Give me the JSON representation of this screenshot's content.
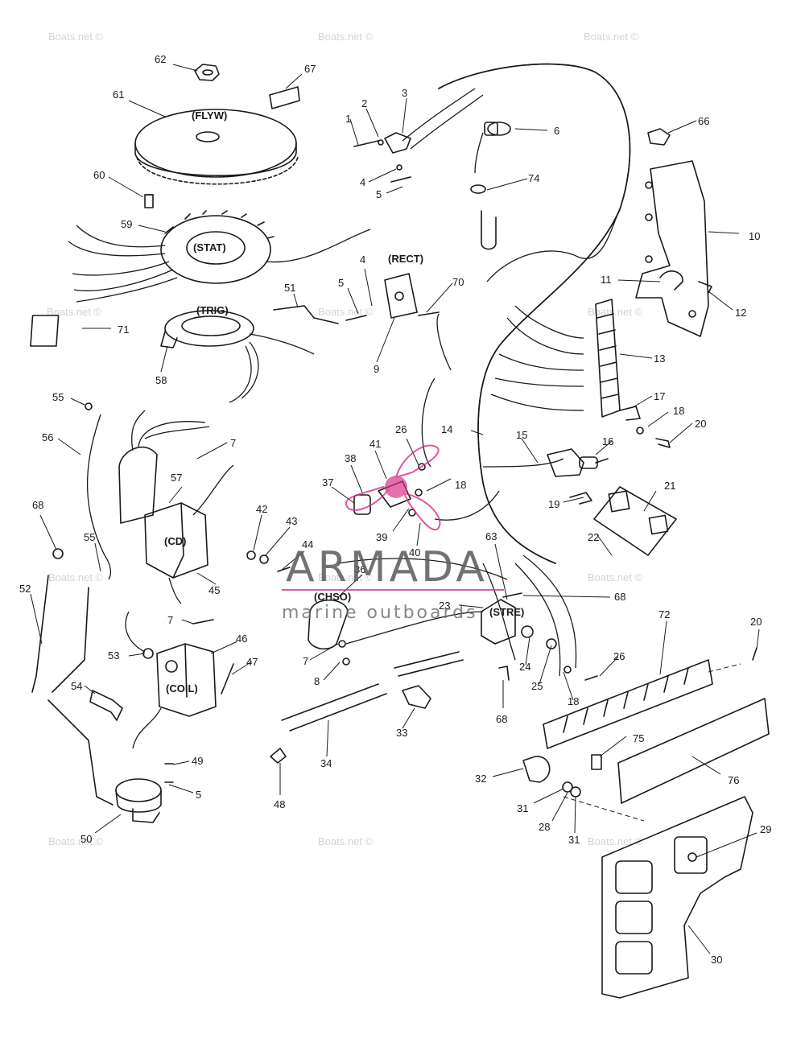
{
  "watermark": {
    "site_text": "Boats.net ©",
    "brand_name": "ARMADA",
    "brand_tagline": "marine outboards",
    "accent_color": "#d62e8a"
  },
  "component_labels": {
    "flywheel": "(FLYW)",
    "stator": "(STAT)",
    "trigger": "(TRIG)",
    "rectifier": "(RECT)",
    "cd_module": "(CD)",
    "coil": "(COIL)",
    "choke_solenoid": "(CHSO)",
    "starter_relay": "(STRE)"
  },
  "callouts": [
    "62",
    "67",
    "61",
    "3",
    "2",
    "1",
    "6",
    "66",
    "4",
    "5",
    "74",
    "60",
    "59",
    "10",
    "4",
    "70",
    "5",
    "51",
    "11",
    "12",
    "71",
    "58",
    "9",
    "13",
    "55",
    "17",
    "18",
    "20",
    "56",
    "7",
    "26",
    "14",
    "15",
    "16",
    "41",
    "38",
    "57",
    "37",
    "18",
    "21",
    "19",
    "68",
    "42",
    "43",
    "39",
    "40",
    "22",
    "45",
    "44",
    "55",
    "63",
    "52",
    "36",
    "23",
    "68",
    "7",
    "72",
    "46",
    "20",
    "53",
    "47",
    "7",
    "24",
    "26",
    "8",
    "18",
    "25",
    "54",
    "68",
    "33",
    "75",
    "49",
    "34",
    "32",
    "76",
    "5",
    "48",
    "31",
    "28",
    "31",
    "29",
    "50",
    "30"
  ]
}
